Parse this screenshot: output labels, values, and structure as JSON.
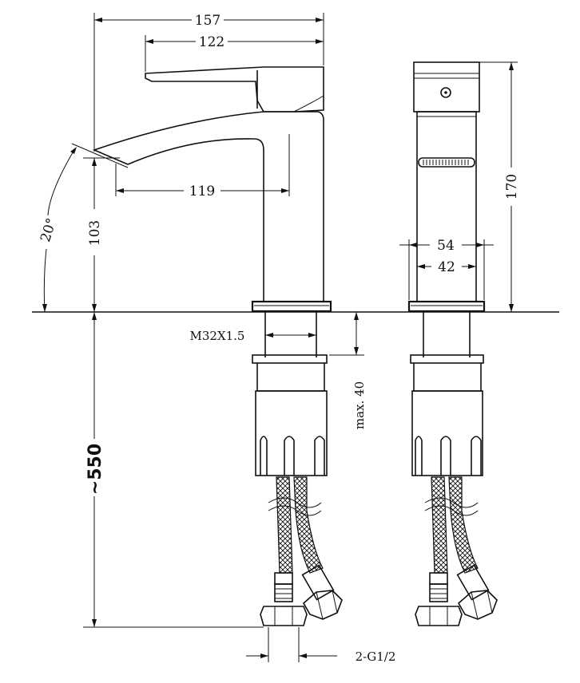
{
  "dimensions": {
    "width_overall": "157",
    "width_lever": "122",
    "spout_reach": "119",
    "spout_height": "103",
    "spout_angle": "20°",
    "side_height": "170",
    "base_width_outer": "54",
    "base_width_inner": "42",
    "thread": "M32X1.5",
    "max_thickness": "max. 40",
    "hose_length": "~550",
    "connection": "2-G1/2"
  }
}
